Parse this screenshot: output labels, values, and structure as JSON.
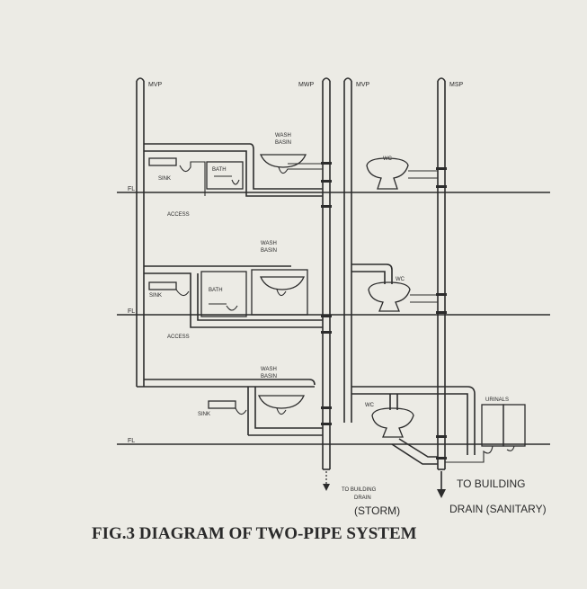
{
  "labels": {
    "stack_1": "MVP",
    "stack_2": "MWP",
    "stack_3": "MVP",
    "stack_4": "MSP",
    "floor": "FL",
    "sink": "SINK",
    "bath": "BATH",
    "access": "ACCESS",
    "wash_basin_line1": "WASH",
    "wash_basin_line2": "BASIN",
    "wc": "WC",
    "urinals": "URINALS",
    "storm_line1": "TO BUILDING",
    "storm_line2": "DRAIN",
    "storm_line3": "(STORM)",
    "sanitary_line1": "TO BUILDING",
    "sanitary_line2": "DRAIN (SANITARY)"
  },
  "caption": "FIG.3 DIAGRAM OF TWO-PIPE SYSTEM"
}
